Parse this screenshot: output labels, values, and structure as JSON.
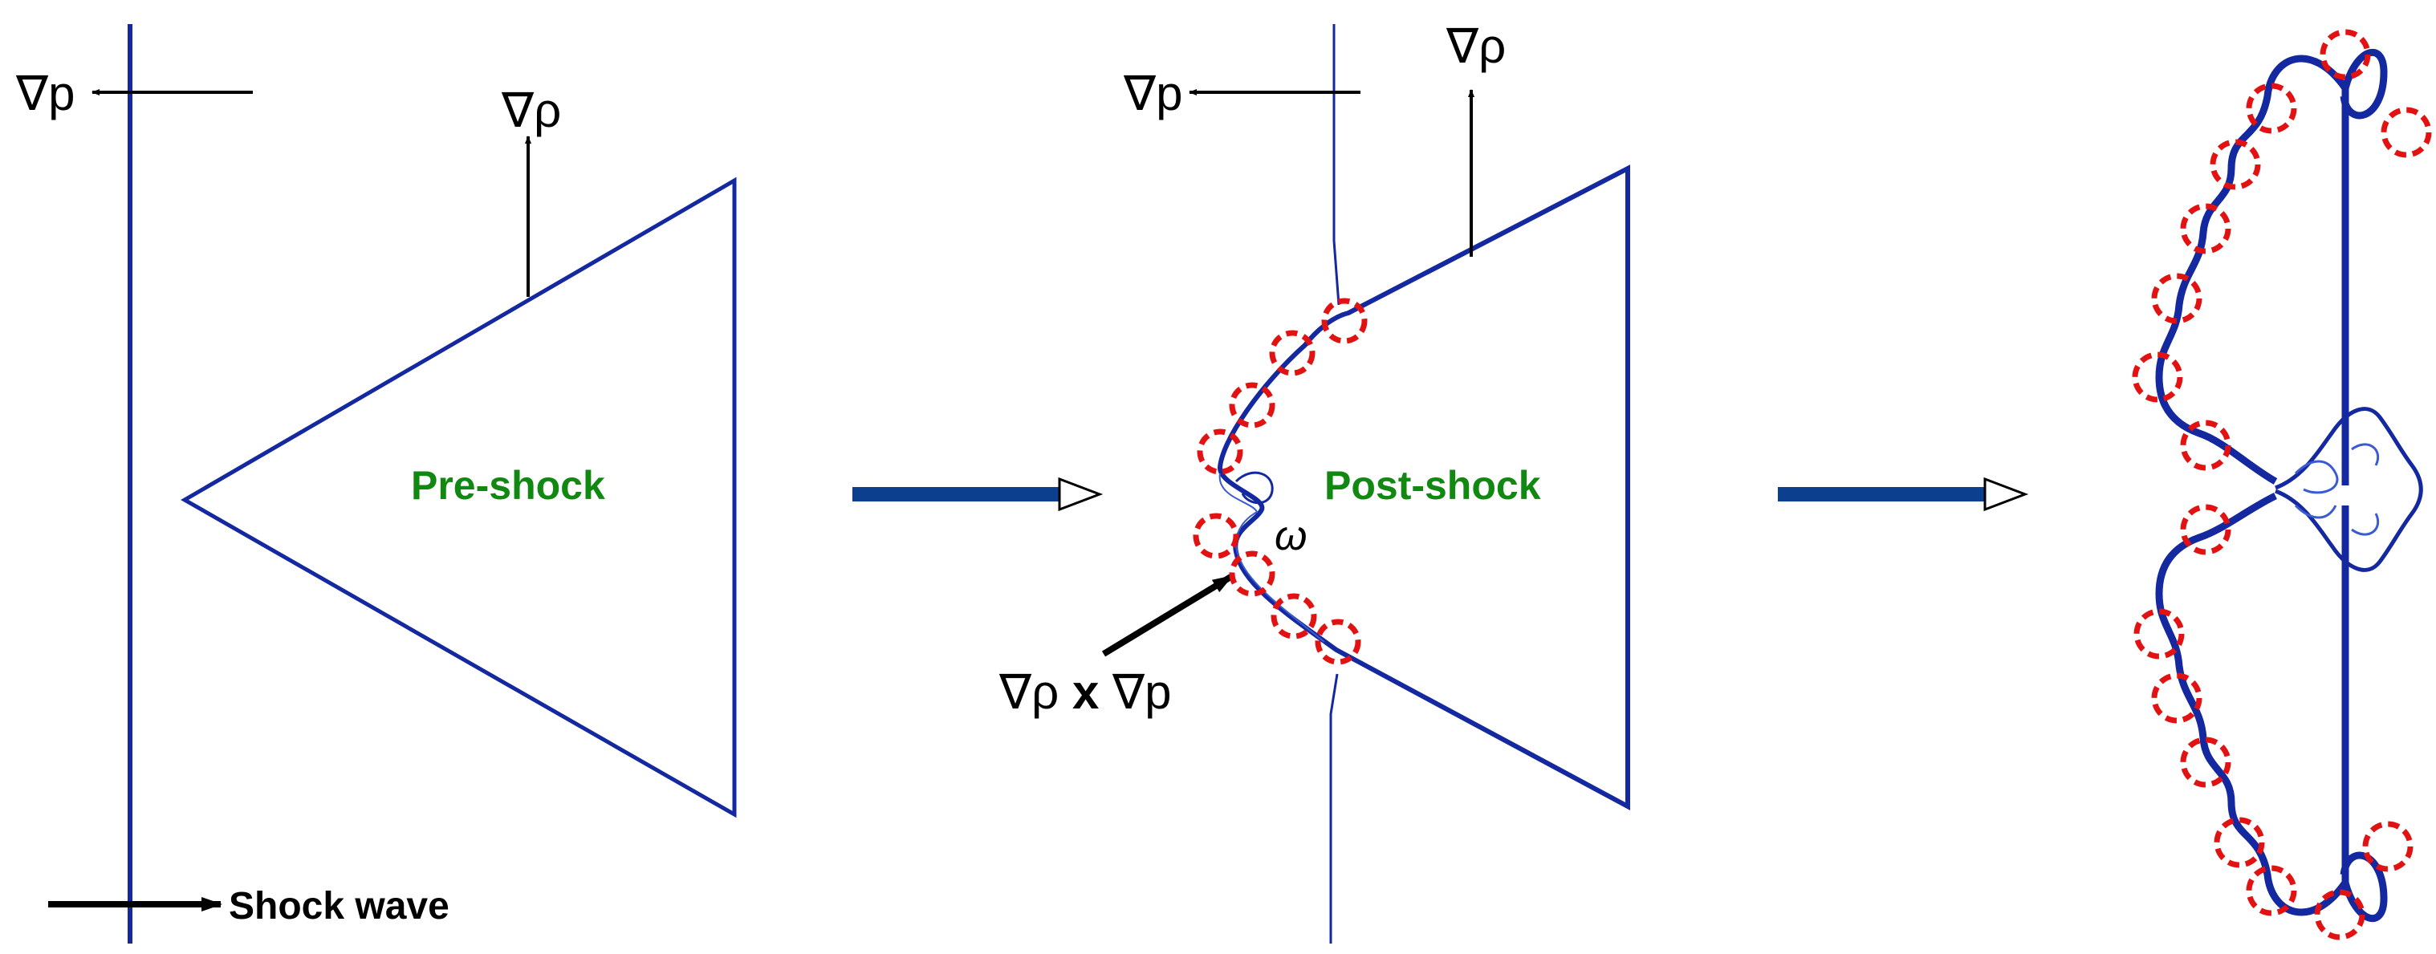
{
  "panels": {
    "pre": {
      "region_label": "Pre-shock",
      "pressure_gradient_label": "∇p",
      "density_gradient_label": "∇ρ",
      "shock_label": "Shock wave"
    },
    "post": {
      "region_label": "Post-shock",
      "pressure_gradient_label": "∇p",
      "density_gradient_label": "∇ρ",
      "vorticity_label": "ω",
      "baroclinic_rho": "∇ρ",
      "baroclinic_x": "x",
      "baroclinic_p": "∇p"
    },
    "late": {}
  },
  "colors": {
    "interface": "#1428a0",
    "vortex": "#e21212",
    "arrow": "#0c3f8e",
    "label_green": "#118811",
    "text": "#000000"
  },
  "icons": {
    "transition_arrow": "thick-blue-arrow-icon",
    "vortex_marker": "red-dashed-circle-icon"
  }
}
